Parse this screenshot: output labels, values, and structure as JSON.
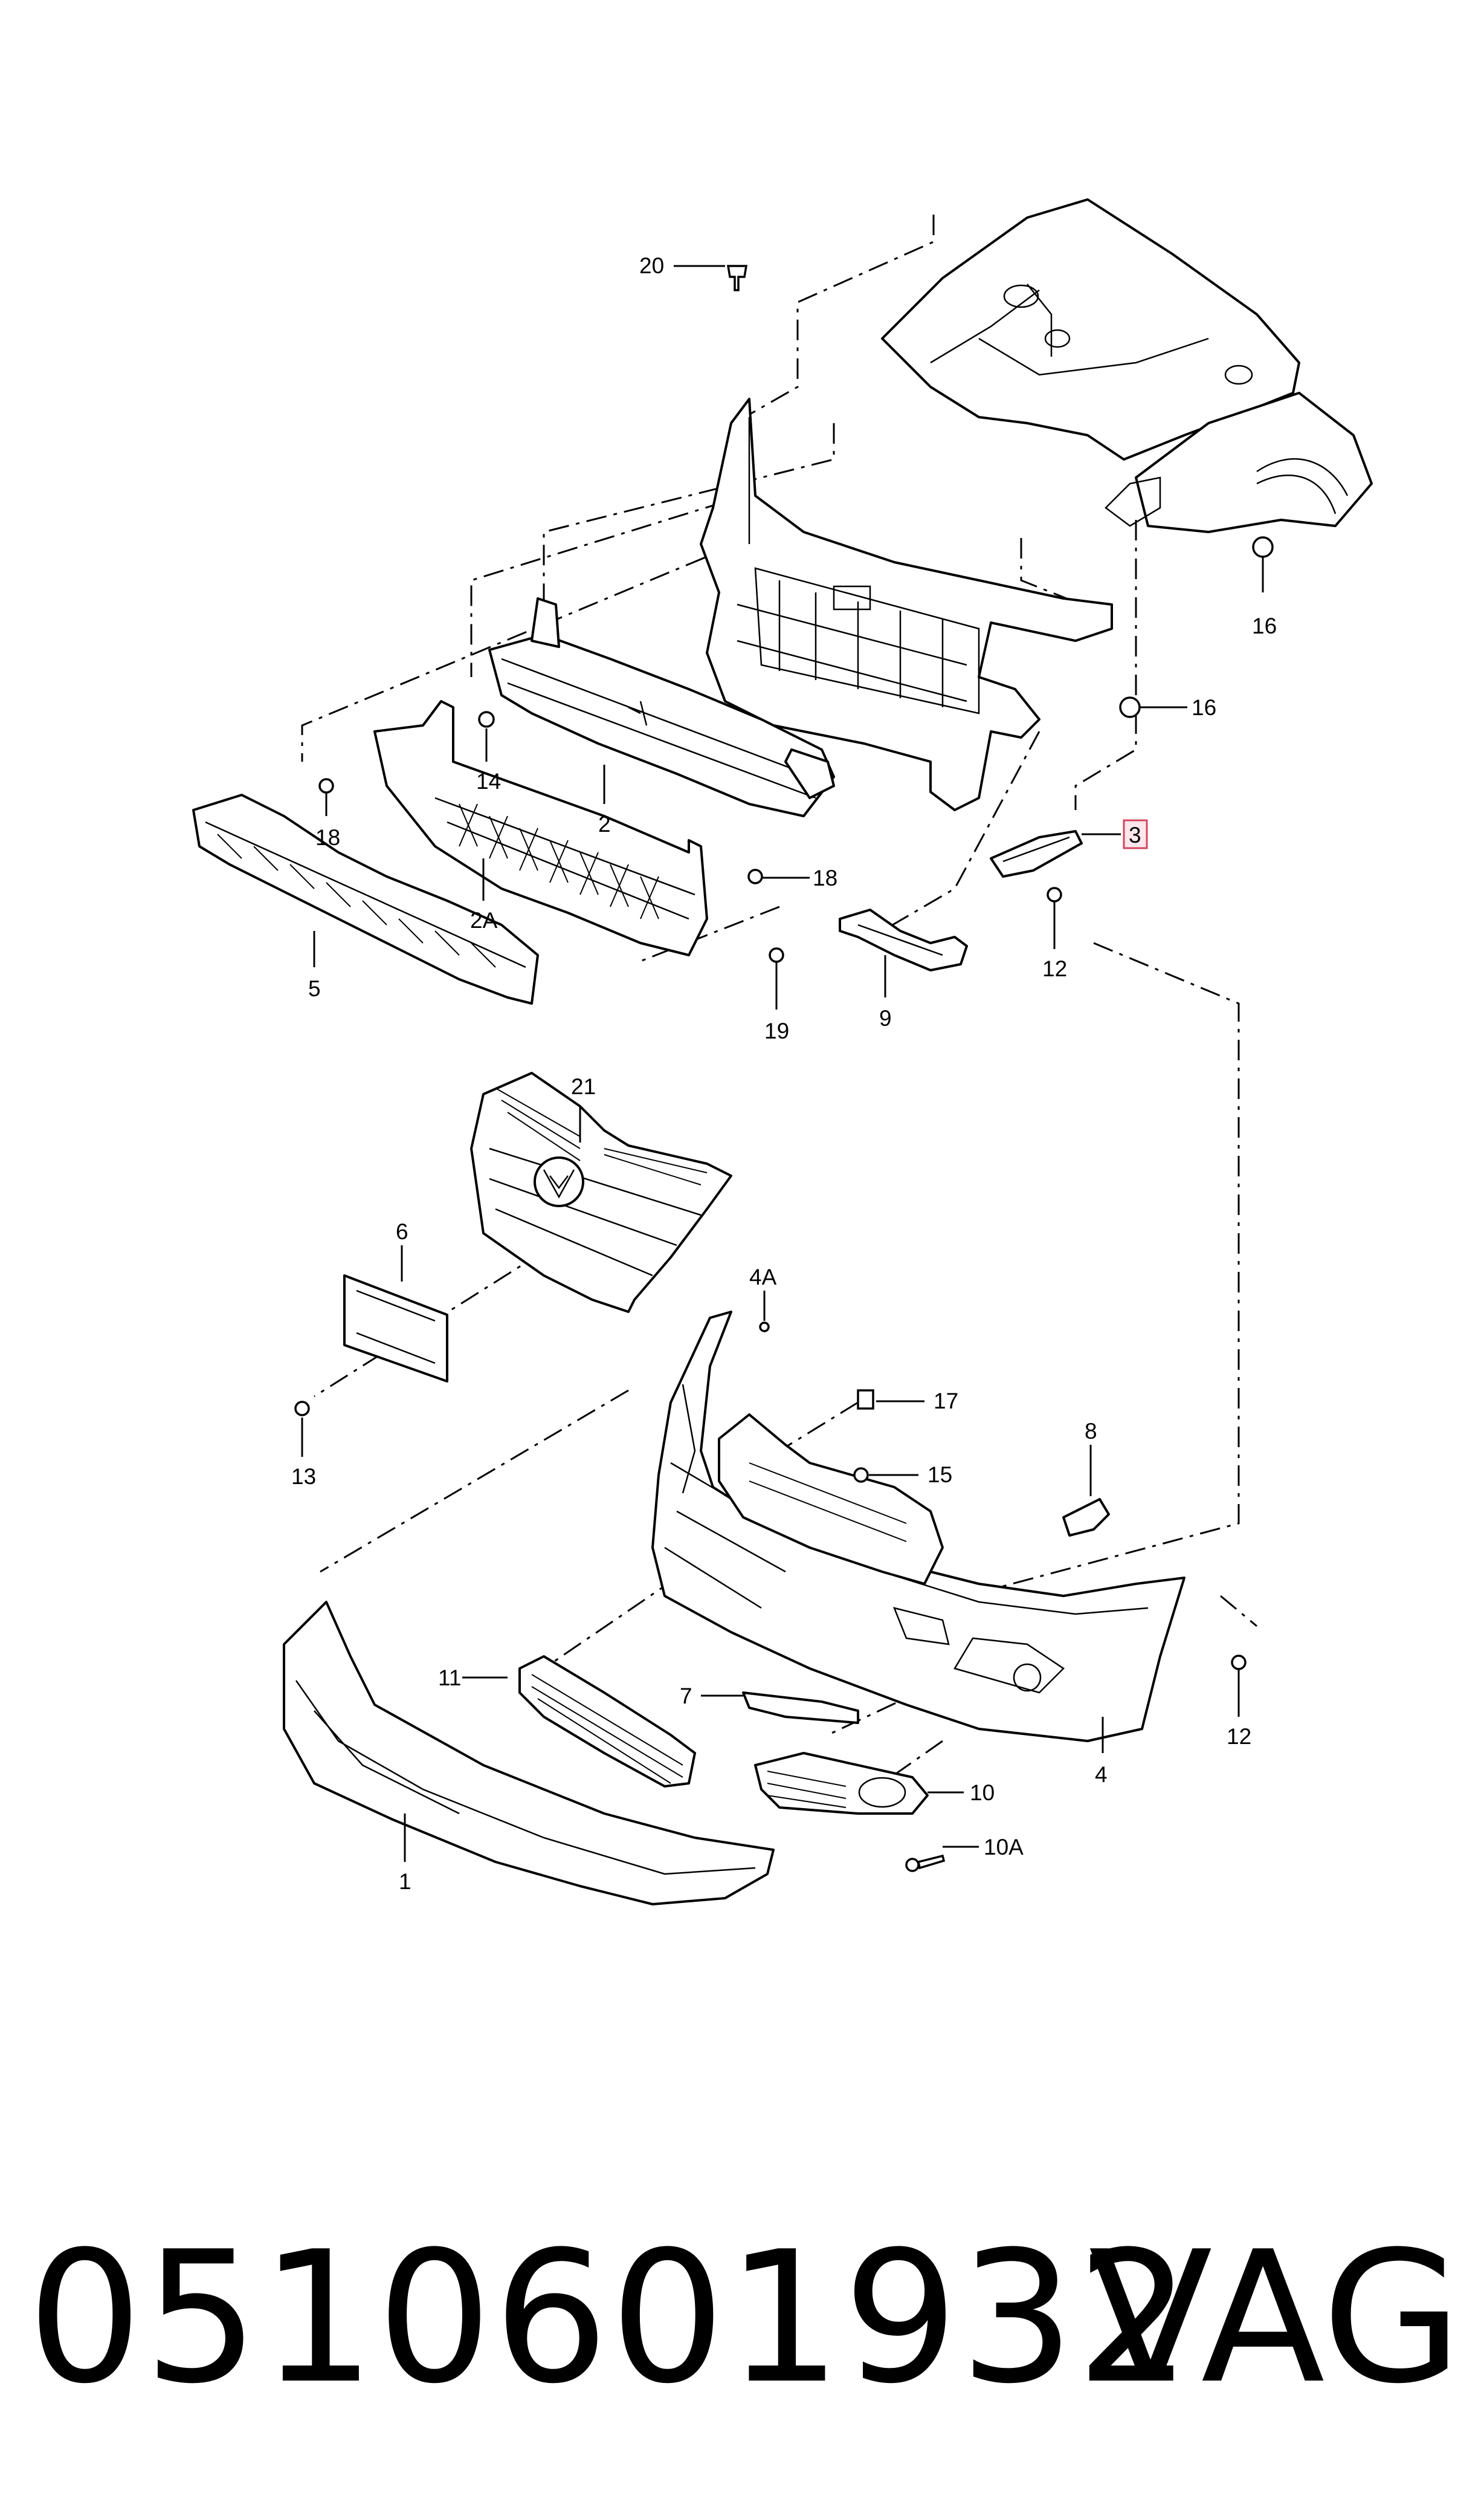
{
  "callouts": [
    {
      "id": "20",
      "text": "20"
    },
    {
      "id": "16a",
      "text": "16"
    },
    {
      "id": "16b",
      "text": "16"
    },
    {
      "id": "14",
      "text": "14"
    },
    {
      "id": "2",
      "text": "2"
    },
    {
      "id": "18a",
      "text": "18"
    },
    {
      "id": "2A",
      "text": "2A"
    },
    {
      "id": "5",
      "text": "5"
    },
    {
      "id": "3",
      "text": "3",
      "highlighted": true
    },
    {
      "id": "18b",
      "text": "18"
    },
    {
      "id": "12a",
      "text": "12"
    },
    {
      "id": "19",
      "text": "19"
    },
    {
      "id": "9",
      "text": "9"
    },
    {
      "id": "21",
      "text": "21"
    },
    {
      "id": "6",
      "text": "6"
    },
    {
      "id": "4A",
      "text": "4A"
    },
    {
      "id": "17",
      "text": "17"
    },
    {
      "id": "13",
      "text": "13"
    },
    {
      "id": "8",
      "text": "8"
    },
    {
      "id": "15",
      "text": "15"
    },
    {
      "id": "11",
      "text": "11"
    },
    {
      "id": "7",
      "text": "7"
    },
    {
      "id": "12b",
      "text": "12"
    },
    {
      "id": "10",
      "text": "10"
    },
    {
      "id": "4",
      "text": "4"
    },
    {
      "id": "10A",
      "text": "10A"
    },
    {
      "id": "1",
      "text": "1"
    }
  ],
  "footer": {
    "part_number": "0510601932",
    "brand": "VAG"
  },
  "colors": {
    "line": "#000000",
    "highlight_border": "#d2475f",
    "highlight_fill": "#fde7ec"
  }
}
